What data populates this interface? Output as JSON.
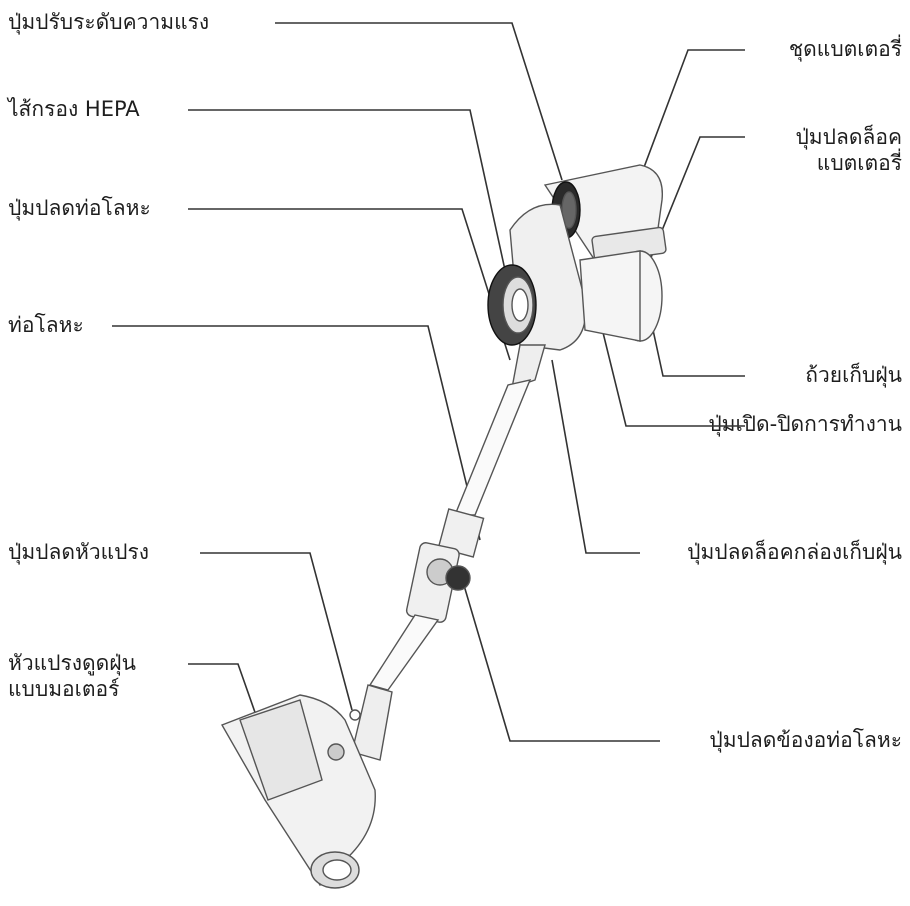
{
  "labels": {
    "power_level_button": "ปุ่มปรับระดับความแรง",
    "hepa_filter": "ไส้กรอง HEPA",
    "tube_release_button": "ปุ่มปลดท่อโลหะ",
    "metal_tube": "ท่อโลหะ",
    "brush_release_button": "ปุ่มปลดหัวแปรง",
    "motor_brush_line1": "หัวแปรงดูดฝุ่น",
    "motor_brush_line2": "แบบมอเตอร์",
    "battery_pack": "ชุดแบตเตอรี่",
    "battery_release_line1": "ปุ่มปลดล็อค",
    "battery_release_line2": "แบตเตอรี่",
    "dust_bin": "ถ้วยเก็บฝุ่น",
    "power_button": "ปุ่มเปิด-ปิดการทำงาน",
    "dust_bin_release": "ปุ่มปลดล็อคกล่องเก็บฝุ่น",
    "elbow_release_button": "ปุ่มปลดข้องอท่อโลหะ"
  }
}
